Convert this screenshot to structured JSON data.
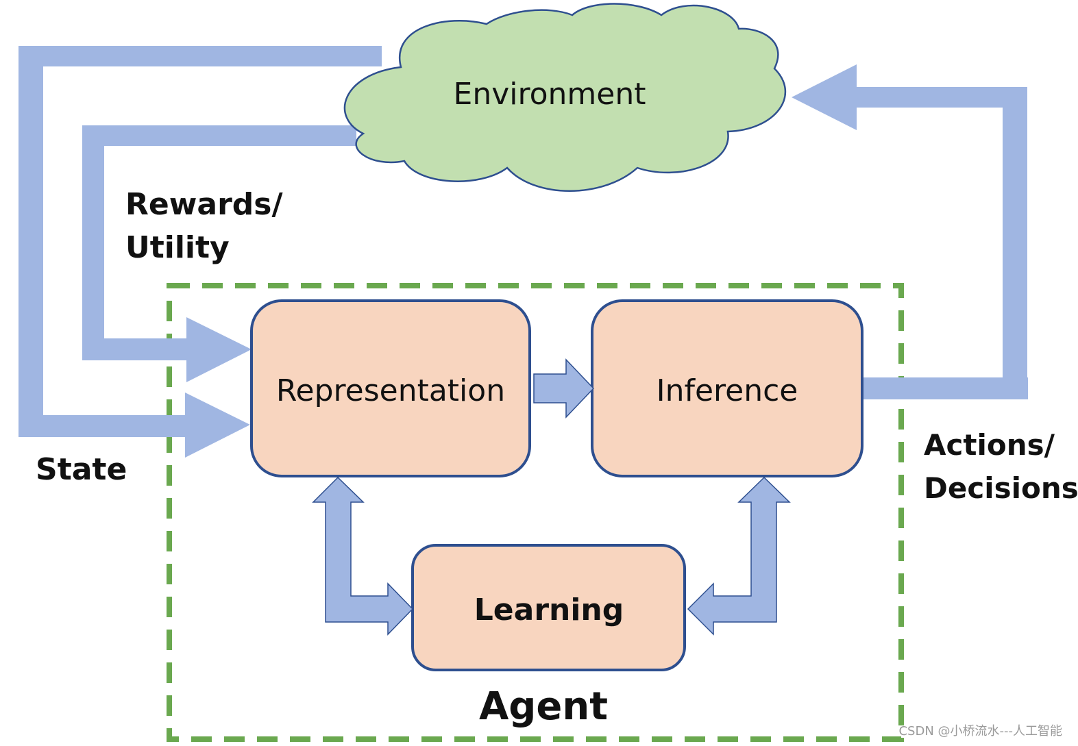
{
  "diagram": {
    "nodes": {
      "environment": "Environment",
      "representation": "Representation",
      "inference": "Inference",
      "learning": "Learning",
      "agent": "Agent"
    },
    "edges": {
      "rewards_line1": "Rewards/",
      "rewards_line2": "Utility",
      "state": "State",
      "actions_line1": "Actions/",
      "actions_line2": "Decisions"
    }
  },
  "watermark": "CSDN @小桥流水---人工智能",
  "colors": {
    "arrow_fill": "#a0b6e2",
    "arrow_stroke": "#2e4f8f",
    "cloud_fill": "#c2dfb0",
    "cloud_stroke": "#2e4f8f",
    "box_fill": "#f8d5bf",
    "box_stroke": "#2e4f8f",
    "agent_border": "#6aa84f"
  }
}
